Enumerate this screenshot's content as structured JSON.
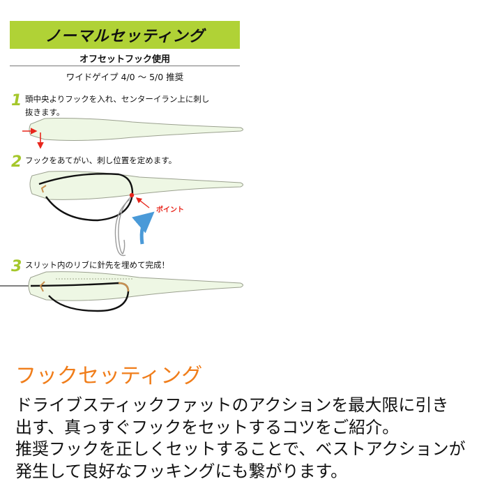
{
  "header": {
    "title": "ノーマルセッティング"
  },
  "subtitle": "オフセットフック使用",
  "spec": "ワイドゲイプ 4/0 ～ 5/0 推奨",
  "steps": [
    {
      "num": "1",
      "line1": "頭中央よりフックを入れ、センターイラン上に刺し",
      "line2": "抜きます。"
    },
    {
      "num": "2",
      "line1": "フックをあてがい、刺し位置を定めます。"
    },
    {
      "num": "3",
      "line1": "スリット内のリブに針先を埋めて完成！"
    }
  ],
  "point_label": "ポイント",
  "caption": {
    "title": "フックセッティング",
    "lines": [
      "ドライブスティックファットのアクションを最大限に引き",
      "出す、真っすぐフックをセットするコツをご紹介。",
      "推奨フックを正しくセットすることで、ベストアクションが",
      "発生して良好なフッキングにも繋がります。"
    ]
  },
  "colors": {
    "header_bg": "#b0d236",
    "step_number": "#a5c72b",
    "worm_fill": "#eef7e4",
    "worm_stroke": "#9aa08e",
    "hook": "#111111",
    "hook_outline": "#9a9a9a",
    "marker_red": "#e8261c",
    "arrow_blue": "#4a9ad8",
    "embed_orange": "#c89050",
    "caption_title": "#f07d1a"
  }
}
